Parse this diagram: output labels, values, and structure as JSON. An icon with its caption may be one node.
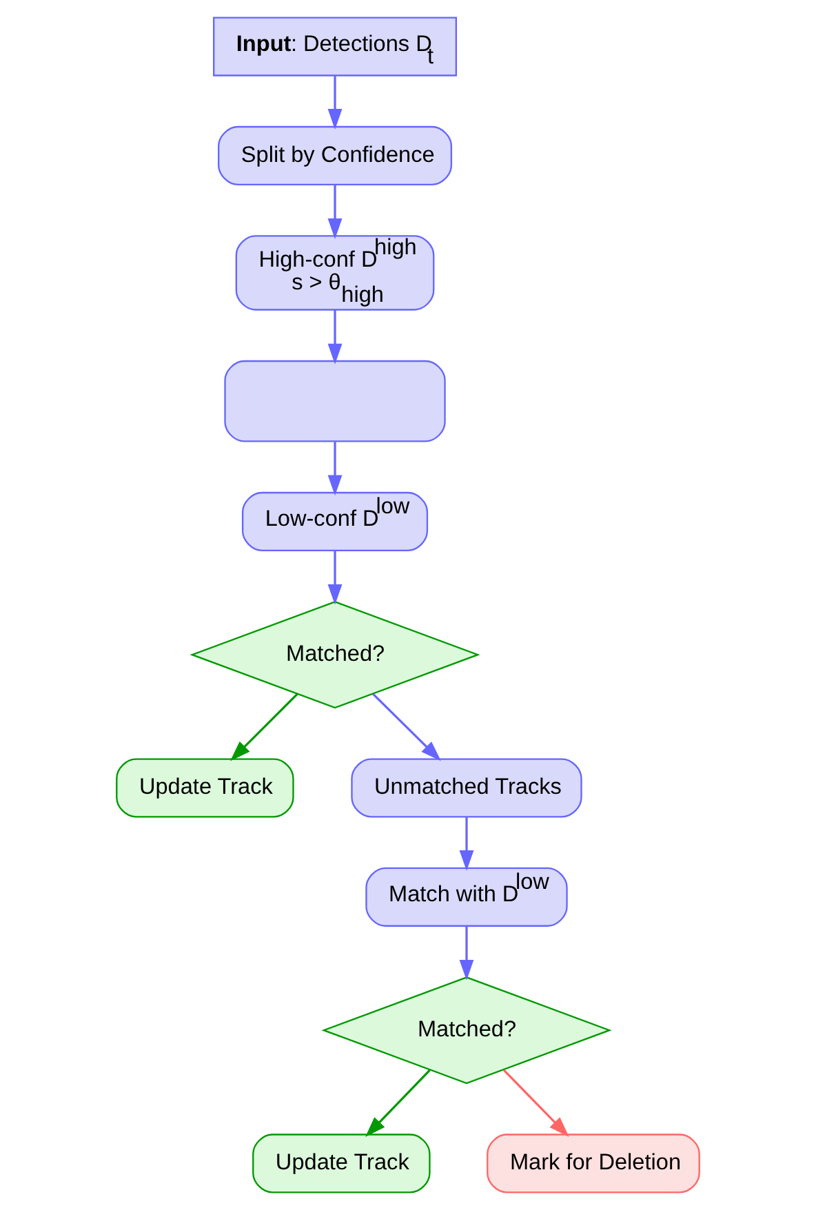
{
  "diagram": {
    "nodes": [
      {
        "text": [
          "**Input**: Detections D$_{t}$"
        ]
      },
      {
        "text": [
          "Split by Confidence"
        ]
      },
      {
        "text": [
          "High-conf D$^{high}$",
          "s > θ$_{high}$"
        ]
      },
      {
        "text": [],
        "shape": "box"
      },
      {
        "text": [
          "Low-conf D$^{low}$"
        ]
      },
      {
        "text": [
          "Matched?"
        ]
      },
      {
        "text": [
          "Update Track"
        ]
      },
      {
        "text": [
          "Unmatched Tracks"
        ]
      },
      {
        "text": [
          "Match with D$^{low}$"
        ]
      },
      {
        "text": [
          "Matched?"
        ]
      },
      {
        "text": [
          "Update Track"
        ]
      },
      {
        "text": [
          "Mark for Deletion"
        ]
      }
    ],
    "edges": [
      {
        "from": 0,
        "to": 1,
        "arrow": "to"
      },
      {
        "from": 1,
        "to": 2,
        "arrow": "to"
      },
      {
        "from": 2,
        "to": 3,
        "arrow": "to"
      },
      {
        "from": 3,
        "to": 4,
        "arrow": "to"
      },
      {
        "from": 4,
        "to": 5,
        "arrow": "to"
      },
      {
        "from": 5,
        "to": 6,
        "arrow": "to",
        "color": "#009900"
      },
      {
        "from": 5,
        "to": 7,
        "arrow": "to"
      },
      {
        "from": 7,
        "to": 8,
        "arrow": "to"
      },
      {
        "from": 8,
        "to": 9,
        "arrow": "to"
      },
      {
        "from": 9,
        "to": 10,
        "arrow": "to",
        "color": "#009900"
      },
      {
        "from": 9,
        "to": 11,
        "arrow": "to",
        "color": "#ff6666"
      }
    ]
  }
}
